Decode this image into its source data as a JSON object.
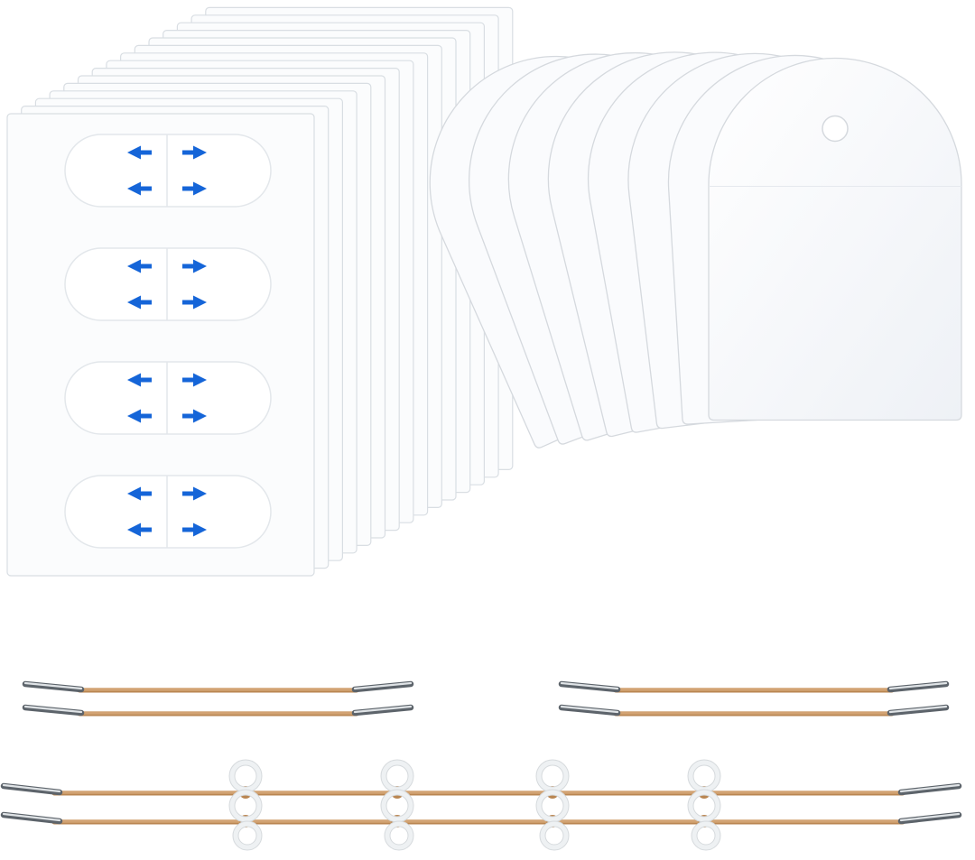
{
  "scene": {
    "subject": "product-kit",
    "colors": {
      "background": "#ffffff",
      "sheet_fill": "#fbfcfd",
      "sheet_edge": "#d9dee3",
      "strip_fill": "#ffffff",
      "strip_edge": "#e3e7eb",
      "arrow": "#1565d8",
      "tag_fill": "#fafbfd",
      "tag_edge": "#d5d9de",
      "cord": "#d2a373",
      "cord_shadow": "#b98652",
      "metal_tip": "#9aa1a8",
      "ring": "#eef1f3"
    },
    "items": [
      {
        "name": "adhesive-sticker-sheet-stack",
        "sheets": 15,
        "strips_per_sheet": 4
      },
      {
        "name": "blank-tag-stack",
        "tags": 8
      },
      {
        "name": "short-elastic-cord",
        "count": 4
      },
      {
        "name": "long-elastic-cord-with-rings",
        "count": 2,
        "rings_per_cord": 4
      }
    ]
  }
}
